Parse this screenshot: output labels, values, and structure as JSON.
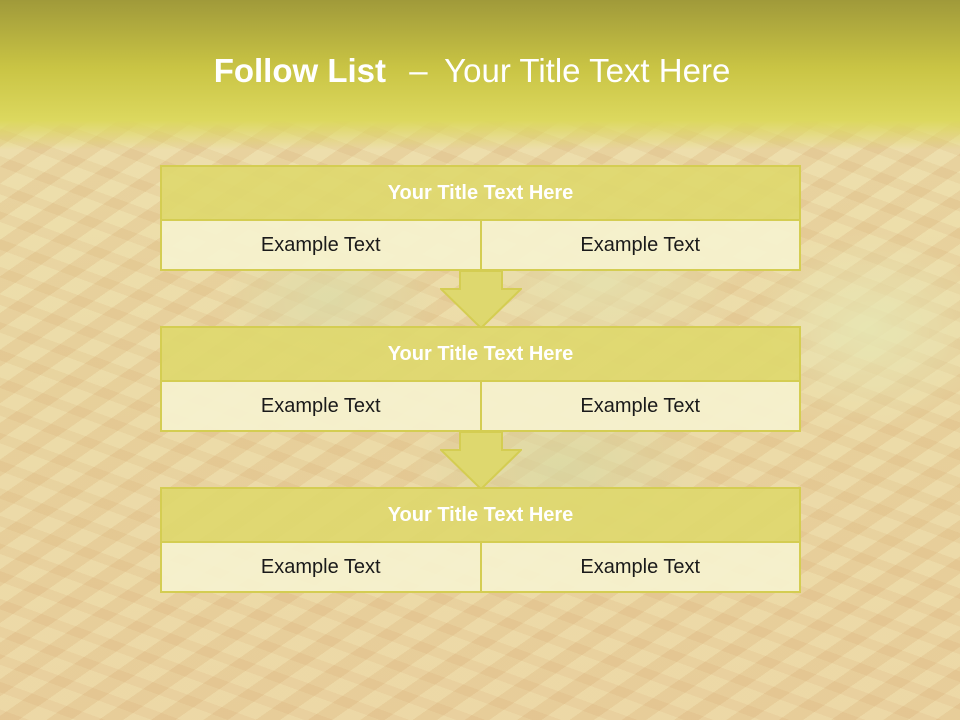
{
  "slide": {
    "title_bold": "Follow List",
    "title_separator": "–",
    "title_rest": "Your Title Text Here"
  },
  "blocks": [
    {
      "title": "Your Title Text Here",
      "left": "Example Text",
      "right": "Example Text"
    },
    {
      "title": "Your Title Text Here",
      "left": "Example Text",
      "right": "Example Text"
    },
    {
      "title": "Your Title Text Here",
      "left": "Example Text",
      "right": "Example Text"
    }
  ],
  "colors": {
    "header_fill": "#ded86e",
    "border": "#d4cd52",
    "cell_fill": "#f6f1ce",
    "title_band": "#c9c444"
  }
}
